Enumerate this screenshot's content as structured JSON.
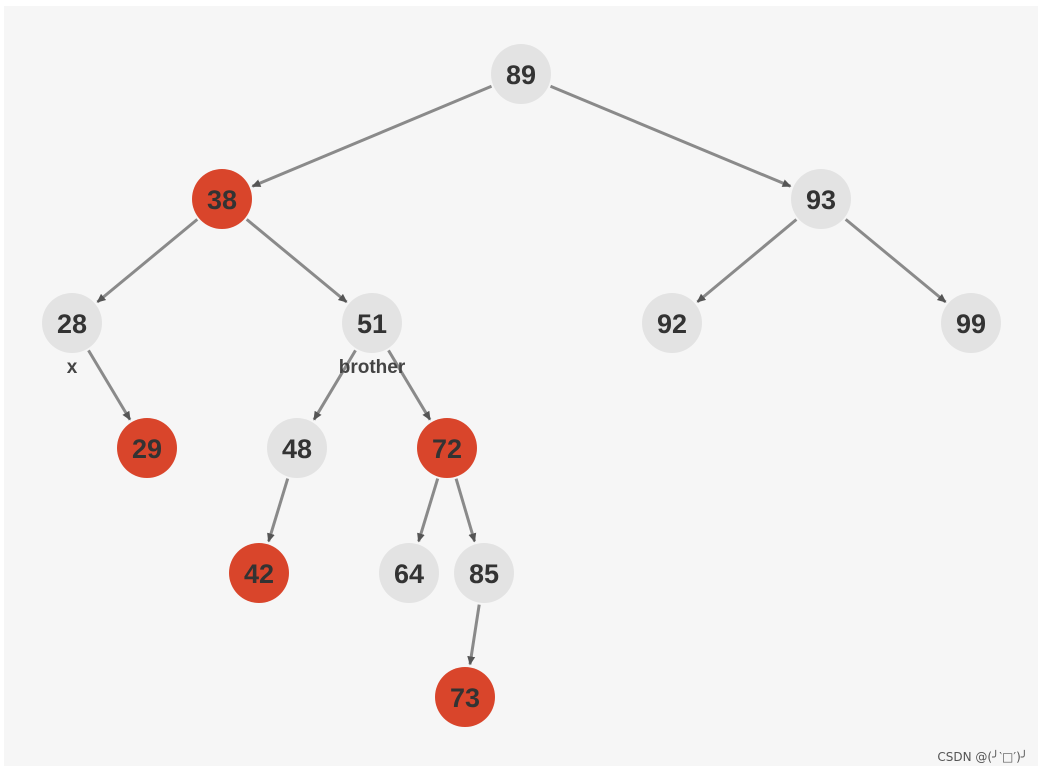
{
  "colors": {
    "background": "#f6f6f6",
    "black_node": "#e3e3e3",
    "red_node": "#d9452b",
    "edge": "#8a8a8a",
    "text": "#333333"
  },
  "nodes": [
    {
      "id": "n89",
      "value": "89",
      "color": "black"
    },
    {
      "id": "n38",
      "value": "38",
      "color": "red"
    },
    {
      "id": "n93",
      "value": "93",
      "color": "black"
    },
    {
      "id": "n28",
      "value": "28",
      "color": "black"
    },
    {
      "id": "n51",
      "value": "51",
      "color": "black"
    },
    {
      "id": "n92",
      "value": "92",
      "color": "black"
    },
    {
      "id": "n99",
      "value": "99",
      "color": "black"
    },
    {
      "id": "n29",
      "value": "29",
      "color": "red"
    },
    {
      "id": "n48",
      "value": "48",
      "color": "black"
    },
    {
      "id": "n72",
      "value": "72",
      "color": "red"
    },
    {
      "id": "n42",
      "value": "42",
      "color": "red"
    },
    {
      "id": "n64",
      "value": "64",
      "color": "black"
    },
    {
      "id": "n85",
      "value": "85",
      "color": "black"
    },
    {
      "id": "n73",
      "value": "73",
      "color": "red"
    }
  ],
  "edges": [
    [
      "n89",
      "n38"
    ],
    [
      "n89",
      "n93"
    ],
    [
      "n38",
      "n28"
    ],
    [
      "n38",
      "n51"
    ],
    [
      "n93",
      "n92"
    ],
    [
      "n93",
      "n99"
    ],
    [
      "n28",
      "n29"
    ],
    [
      "n51",
      "n48"
    ],
    [
      "n51",
      "n72"
    ],
    [
      "n48",
      "n42"
    ],
    [
      "n72",
      "n64"
    ],
    [
      "n72",
      "n85"
    ],
    [
      "n85",
      "n73"
    ]
  ],
  "labels": [
    {
      "node": "n28",
      "text": "x"
    },
    {
      "node": "n51",
      "text": "brother"
    }
  ],
  "watermark": "CSDN @(╯‵□′)╯"
}
